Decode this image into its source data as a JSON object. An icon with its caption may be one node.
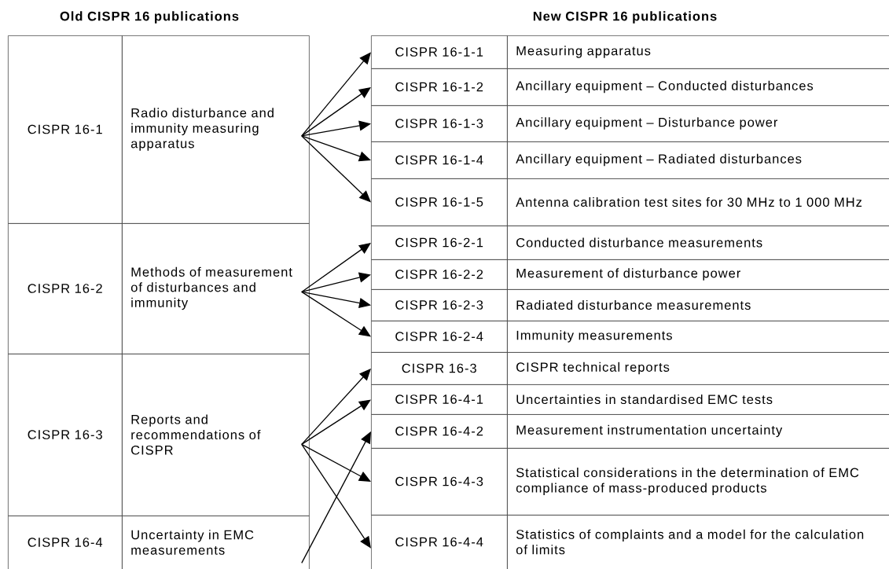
{
  "diagram": {
    "nodes": [
      {
        "text": [
          "CISPR 16-1"
        ]
      },
      {
        "text": [
          "Radio disturbance and immunity measuring apparatus"
        ]
      },
      {
        "text": [
          "CISPR 16-2"
        ]
      },
      {
        "text": [
          "Methods of measurement of disturbances and immunity"
        ]
      },
      {
        "text": [
          "CISPR 16-3"
        ]
      },
      {
        "text": [
          "Reports and recommendations of CISPR"
        ]
      },
      {
        "text": [
          "CISPR 16-4"
        ]
      },
      {
        "text": [
          "Uncertainty in EMC measurements"
        ]
      },
      {
        "text": [
          "CISPR 16-1-1"
        ]
      },
      {
        "text": [
          "Measuring apparatus"
        ]
      },
      {
        "text": [
          "CISPR 16-1-2"
        ]
      },
      {
        "text": [
          "Ancillary equipment – Conducted disturbances"
        ]
      },
      {
        "text": [
          "CISPR 16-1-3"
        ]
      },
      {
        "text": [
          "Ancillary equipment – Disturbance power"
        ]
      },
      {
        "text": [
          "CISPR 16-1-4"
        ]
      },
      {
        "text": [
          "Ancillary equipment – Radiated disturbances"
        ]
      },
      {
        "text": [
          "CISPR 16-1-5"
        ]
      },
      {
        "text": [
          "Antenna calibration test sites for 30 MHz to 1 000 MHz"
        ]
      },
      {
        "text": [
          "CISPR 16-2-1"
        ]
      },
      {
        "text": [
          "Conducted disturbance measurements"
        ]
      },
      {
        "text": [
          "CISPR 16-2-2"
        ]
      },
      {
        "text": [
          "Measurement of disturbance power"
        ]
      },
      {
        "text": [
          "CISPR 16-2-3"
        ]
      },
      {
        "text": [
          "Radiated disturbance measurements"
        ]
      },
      {
        "text": [
          "CISPR 16-2-4"
        ]
      },
      {
        "text": [
          "Immunity measurements"
        ]
      },
      {
        "text": [
          "CISPR 16-3"
        ]
      },
      {
        "text": [
          "CISPR technical reports"
        ]
      },
      {
        "text": [
          "CISPR 16-4-1"
        ]
      },
      {
        "text": [
          "Uncertainties in standardised EMC tests"
        ]
      },
      {
        "text": [
          "CISPR 16-4-2"
        ]
      },
      {
        "text": [
          "Measurement instrumentation uncertainty"
        ]
      },
      {
        "text": [
          "CISPR 16-4-3"
        ]
      },
      {
        "text": [
          "Statistical considerations in the determination of EMC compliance of mass-produced products"
        ]
      },
      {
        "text": [
          "CISPR 16-4-4"
        ]
      },
      {
        "text": [
          "Statistics of complaints and a model for the calculation of limits"
        ]
      }
    ],
    "edges": [
      {
        "from": 1,
        "to": 8,
        "arrow": "to"
      },
      {
        "from": 1,
        "to": 10,
        "arrow": "to"
      },
      {
        "from": 1,
        "to": 12,
        "arrow": "to"
      },
      {
        "from": 1,
        "to": 14,
        "arrow": "to"
      },
      {
        "from": 1,
        "to": 16,
        "arrow": "to"
      },
      {
        "from": 3,
        "to": 18,
        "arrow": "to"
      },
      {
        "from": 3,
        "to": 20,
        "arrow": "to"
      },
      {
        "from": 3,
        "to": 22,
        "arrow": "to"
      },
      {
        "from": 3,
        "to": 24,
        "arrow": "to"
      },
      {
        "from": 5,
        "to": 26,
        "arrow": "to"
      },
      {
        "from": 5,
        "to": 28,
        "arrow": "to"
      },
      {
        "from": 5,
        "to": 32,
        "arrow": "to"
      },
      {
        "from": 5,
        "to": 34,
        "arrow": "to"
      },
      {
        "from": 7,
        "to": 30,
        "arrow": "to"
      }
    ],
    "labels": [
      "Old CISPR 16 publications",
      "New CISPR 16 publications"
    ]
  }
}
